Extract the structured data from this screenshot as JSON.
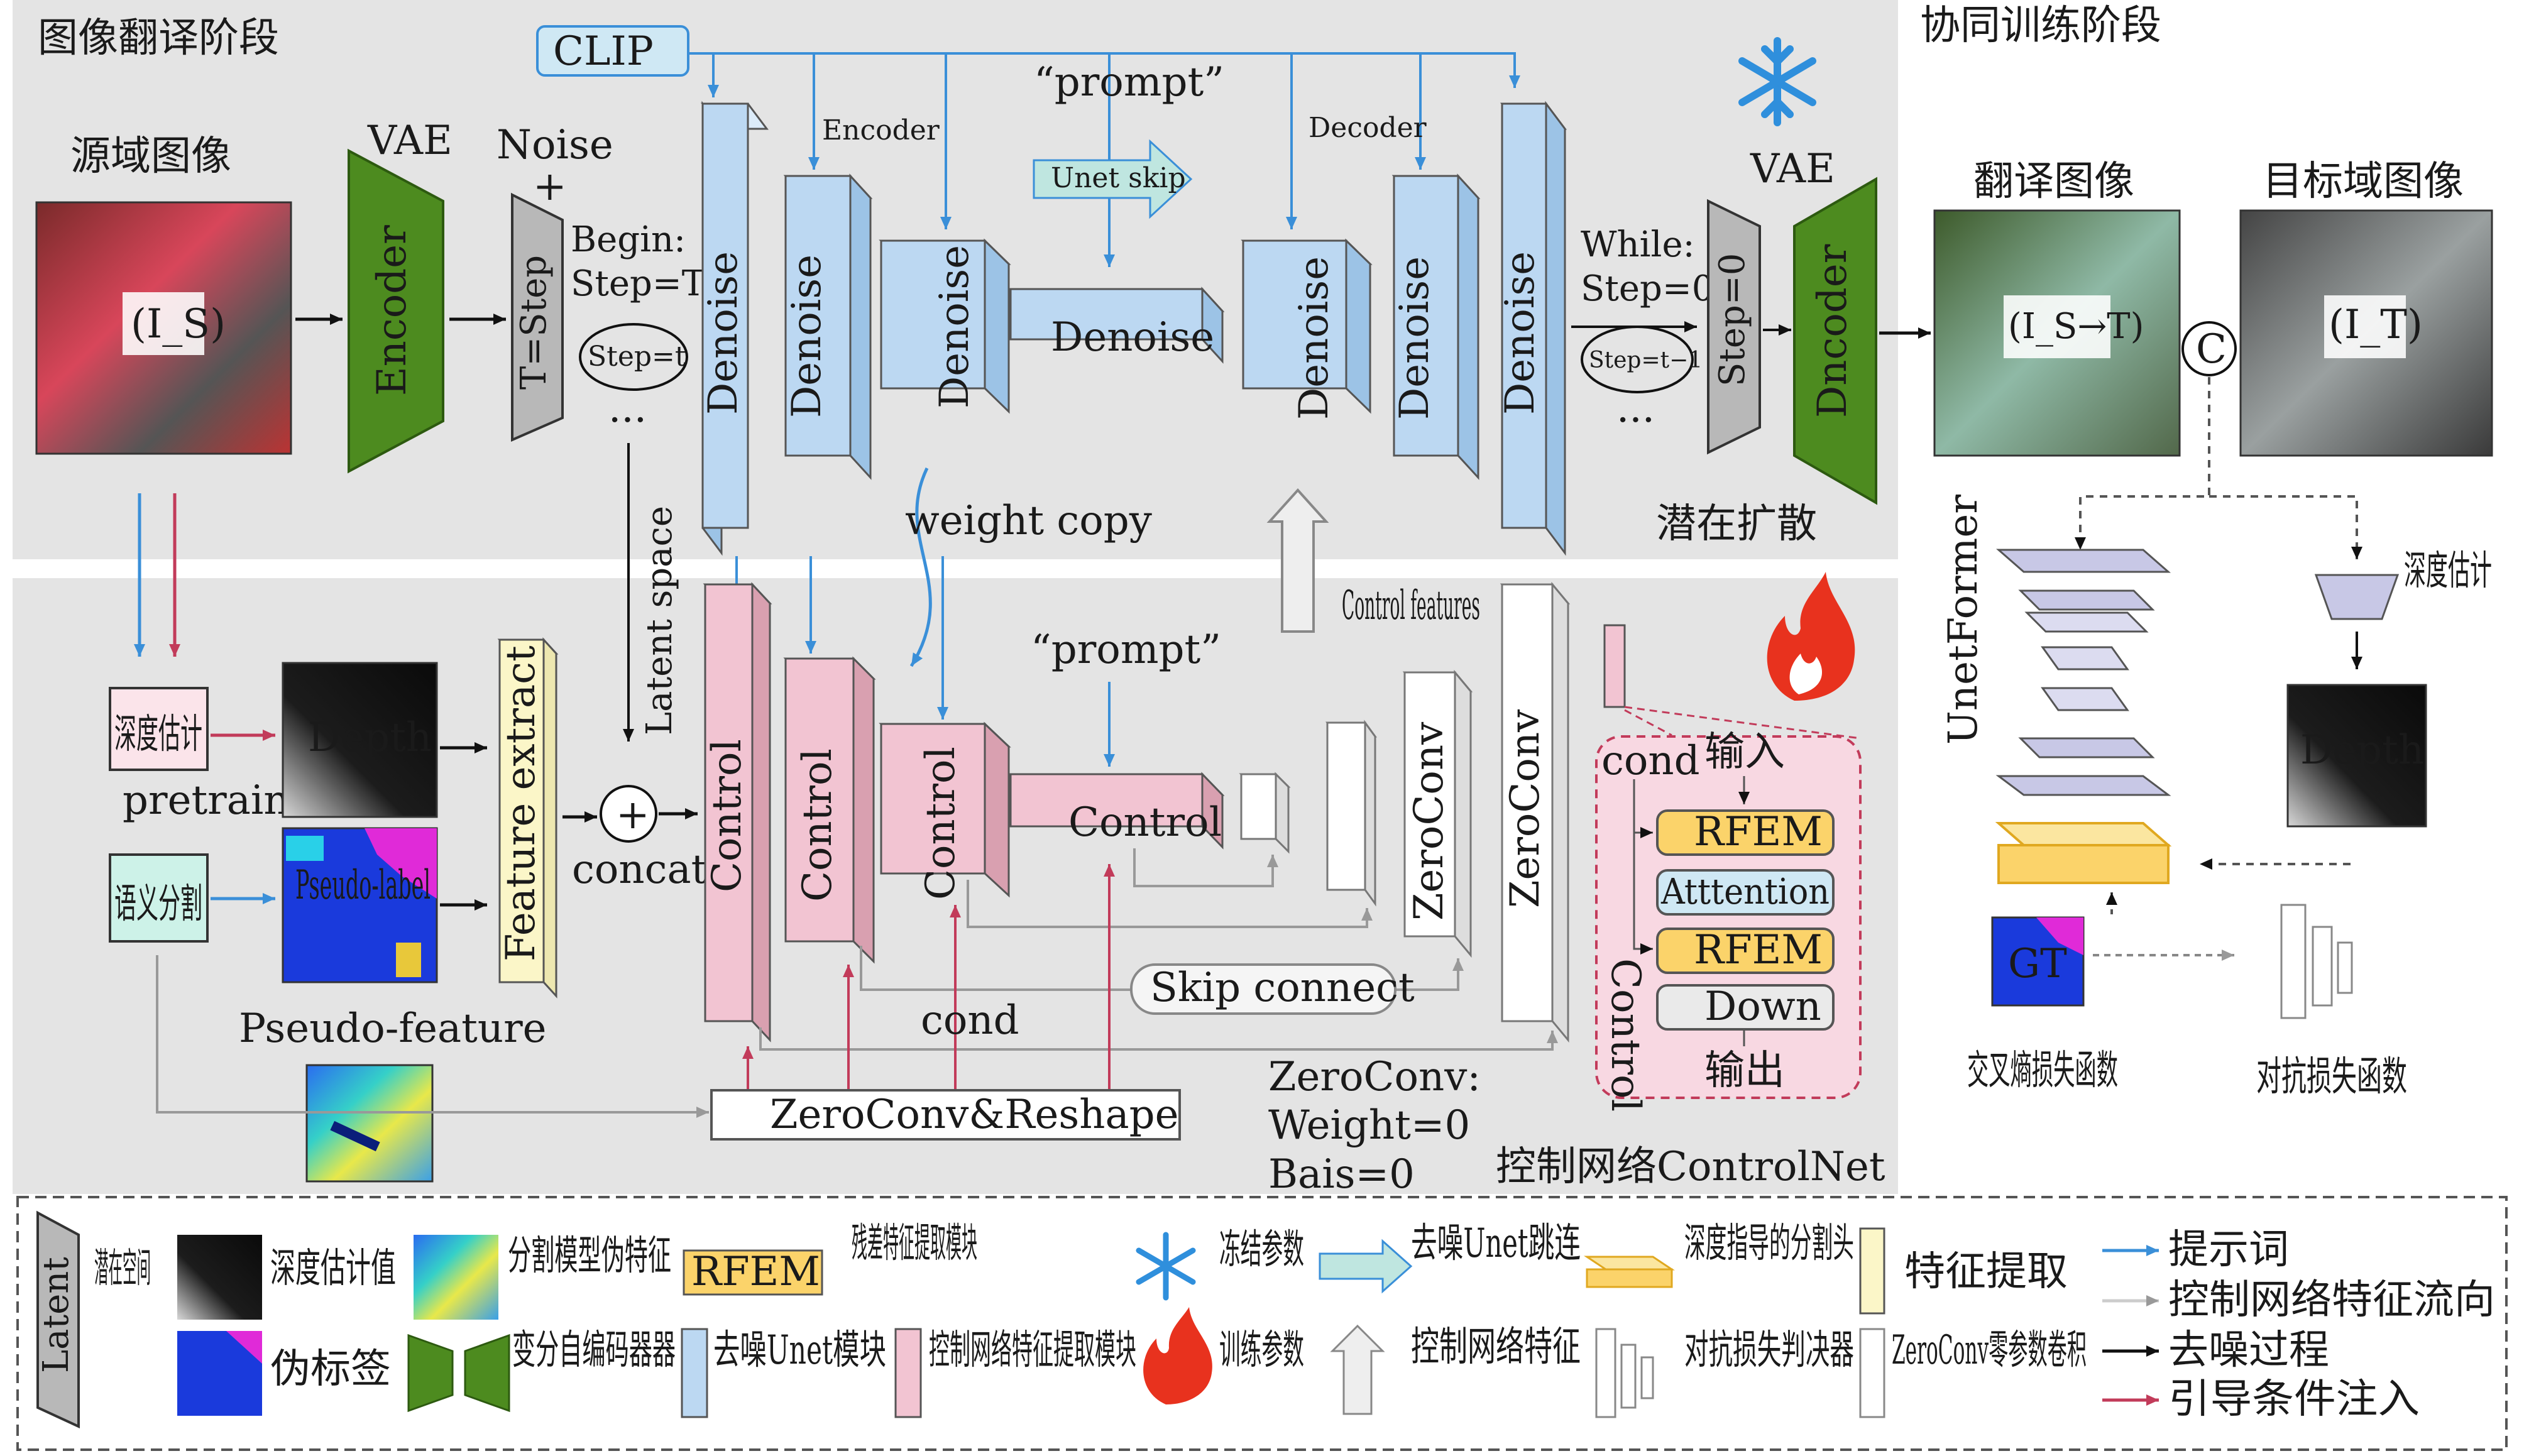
{
  "stages": {
    "translation": "图像翻译阶段",
    "collab": "协同训练阶段",
    "latent_diffusion": "潜在扩散",
    "controlnet": "控制网络ControlNet"
  },
  "inputs": {
    "source_title": "源域图像",
    "source_symbol": "(I_S)",
    "vae_left": "VAE",
    "encoder": "Encoder",
    "noise": "Noise",
    "plus": "+",
    "step_T": "T=Step",
    "begin_line1": "Begin:",
    "begin_line2": "Step=T",
    "step_t": "Step=t",
    "dots": "···"
  },
  "unet": {
    "clip": "CLIP",
    "encoder_label": "Encoder",
    "decoder_label": "Decoder",
    "prompt": "“prompt”",
    "unet_skip": "Unet skip",
    "denoise": "Denoise",
    "weight_copy": "weight copy",
    "latent_space": "Latent space"
  },
  "output_side": {
    "while_line1": "While:",
    "while_line2": "Step=0",
    "step_t1": "Step=t−1",
    "step_0": "Step=0",
    "vae_right": "VAE",
    "decoder": "Dncoder",
    "translated_title": "翻译图像",
    "translated_symbol": "(I_S→T)",
    "target_title": "目标域图像",
    "target_symbol": "(I_T)",
    "concat_symbol": "C"
  },
  "conditions": {
    "depth_est": "深度估计",
    "pretrain": "pretrain",
    "depth": "Depth",
    "seg": "语义分割",
    "pseudo_label": "Pseudo-label",
    "feature_extract": "Feature extract",
    "pseudo_feature": "Pseudo-feature",
    "concat": "concat",
    "plus": "+"
  },
  "control": {
    "control": "Control",
    "prompt": "“prompt”",
    "cond": "cond",
    "skip_connect": "Skip connect",
    "zeroconv_reshape": "ZeroConv&Reshape",
    "control_features": "Control features",
    "zeroconv": "ZeroConv",
    "zc_note1": "ZeroConv:",
    "zc_note2": "Weight=0",
    "zc_note3": "Bais=0"
  },
  "controlnet_block": {
    "cond": "cond",
    "input": "输入",
    "rfem": "RFEM",
    "attention": "Atttention",
    "down": "Down",
    "output": "输出",
    "control": "Control"
  },
  "collab": {
    "unetformer": "UnetFormer",
    "depth_est": "深度估计",
    "depth": "Depth",
    "gt": "GT",
    "ce_loss": "交叉熵损失函数",
    "adv_loss": "对抗损失函数"
  },
  "legend": {
    "latent": "Latent",
    "latent_space": "潜在空间",
    "depth_value": "深度估计值",
    "seg_feature": "分割模型伪特征",
    "rfem_tag": "RFEM",
    "rfem_desc": "残差特征提取模块",
    "freeze": "冻结参数",
    "unet_skip": "去噪Unet跳连",
    "depth_head": "深度指导的分割头",
    "feature_extract": "特征提取",
    "prompt_word": "提示词",
    "control_flow": "控制网络特征流向",
    "pseudo_label": "伪标签",
    "vae": "变分自编码器器",
    "denoise_block": "去噪Unet模块",
    "control_block": "控制网络特征提取模块",
    "train": "训练参数",
    "control_feature": "控制网络特征",
    "disc": "对抗损失判决器",
    "zeroconv": "ZeroConv零参数卷积",
    "denoise_process": "去噪过程",
    "guide_inject": "引导条件注入"
  },
  "colors": {
    "panel": "#e4e4e4",
    "vae_green": "#4d8b1f",
    "denoise_blue": "#bcd8f2",
    "control_pink": "#f2c4d2",
    "feature_yellow": "#fbf6c8",
    "prompt_arrow": "#3a8fd8",
    "guide_arrow": "#c23b5a",
    "flame": "#e8321e",
    "snow": "#2f8fdc",
    "rfem_fill": "#fbd36a",
    "attention_fill": "#cfe8f4"
  }
}
